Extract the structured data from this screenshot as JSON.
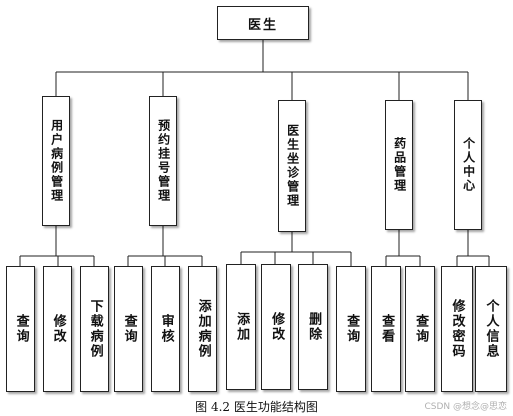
{
  "root": {
    "label": "医生"
  },
  "modules": [
    {
      "label": "用户病例管理",
      "children": [
        {
          "label": "查询"
        },
        {
          "label": "修改"
        },
        {
          "label": "下载病例"
        }
      ]
    },
    {
      "label": "预约挂号管理",
      "children": [
        {
          "label": "查询"
        },
        {
          "label": "审核"
        },
        {
          "label": "添加病例"
        }
      ]
    },
    {
      "label": "医生坐诊管理",
      "children": [
        {
          "label": "添加"
        },
        {
          "label": "修改"
        },
        {
          "label": "删除"
        },
        {
          "label": "查询"
        }
      ]
    },
    {
      "label": "药品管理",
      "children": [
        {
          "label": "查看"
        },
        {
          "label": "查询"
        }
      ]
    },
    {
      "label": "个人中心",
      "children": [
        {
          "label": "修改密码"
        },
        {
          "label": "个人信息"
        }
      ]
    }
  ],
  "caption": "图 4.2 医生功能结构图",
  "watermark": "CSDN @想念@思恋"
}
